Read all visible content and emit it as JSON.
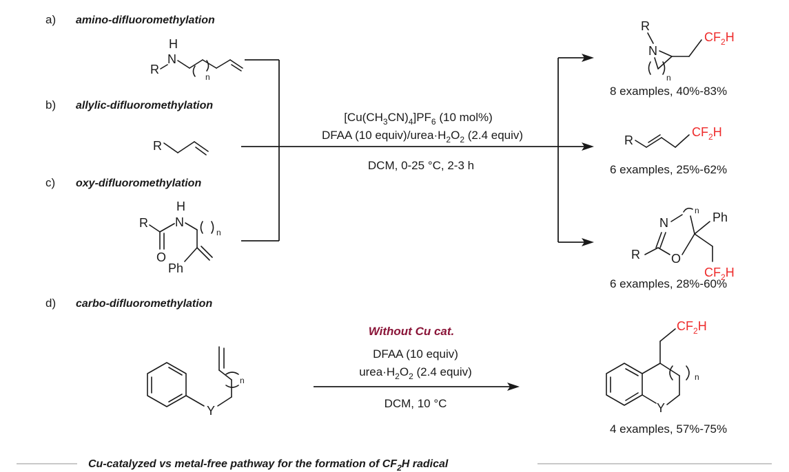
{
  "sections": {
    "a": {
      "letter": "a)",
      "title": "amino-difluoromethylation"
    },
    "b": {
      "letter": "b)",
      "title": "allylic-difluoromethylation"
    },
    "c": {
      "letter": "c)",
      "title": "oxy-difluoromethylation"
    },
    "d": {
      "letter": "d)",
      "title": "carbo-difluoromethylation"
    }
  },
  "conditions_top": {
    "line1_main": "[Cu(CH",
    "line1_sub1": "3",
    "line1_mid": "CN)",
    "line1_sub2": "4",
    "line1_end": "]PF",
    "line1_sub3": "6",
    "line1_tail": " (10 mol%)",
    "line2_main": "DFAA (10 equiv)/urea·H",
    "line2_sub": "2",
    "line2_mid": "O",
    "line2_sub2": "2",
    "line2_tail": " (2.4 equiv)",
    "line3": "DCM, 0-25 °C, 2-3 h"
  },
  "conditions_bottom": {
    "catalyst_note": "Without Cu cat.",
    "line1": "DFAA (10 equiv)",
    "line2_main": "urea·H",
    "line2_sub": "2",
    "line2_mid": "O",
    "line2_sub2": "2",
    "line2_tail": " (2.4 equiv)",
    "line3": "DCM, 10 °C"
  },
  "yields": {
    "a": "8 examples, 40%-83%",
    "b": "6 examples, 25%-62%",
    "c": "6 examples, 28%-60%",
    "d": "4 examples, 57%-75%"
  },
  "atoms": {
    "R": "R",
    "N": "N",
    "H": "H",
    "n": "n",
    "O": "O",
    "Ph": "Ph",
    "Y": "Y",
    "cf2h_main": "CF",
    "cf2h_sub": "2",
    "cf2h_end": "H"
  },
  "footer": {
    "main": "Cu-catalyzed vs metal-free pathway for the formation of CF",
    "sub": "2",
    "end": "H radical"
  },
  "colors": {
    "cf2h": "#ee2a2a",
    "catalyst_note": "#8a1538",
    "separator": "#b5b5b5"
  }
}
